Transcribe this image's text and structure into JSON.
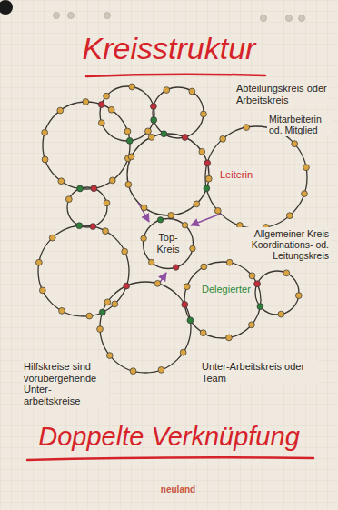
{
  "diagram": {
    "title": "Kreisstruktur",
    "caption": "Doppelte Verknüpfung",
    "nodes": [
      {
        "text": [
          "Top- Kreis"
        ]
      }
    ],
    "labels": [
      "Abteilungskreis oder Arbeitskreis",
      "Mitarbeiterin od. Mitglied",
      "Leiterin",
      "Allgemeiner Kreis Koordinations- od. Leitungskreis",
      "Delegierter",
      "Hilfskreise sind vorübergehende Unter- arbeitskreise",
      "Unter-Arbeitskreis oder Team",
      "neuland"
    ]
  }
}
